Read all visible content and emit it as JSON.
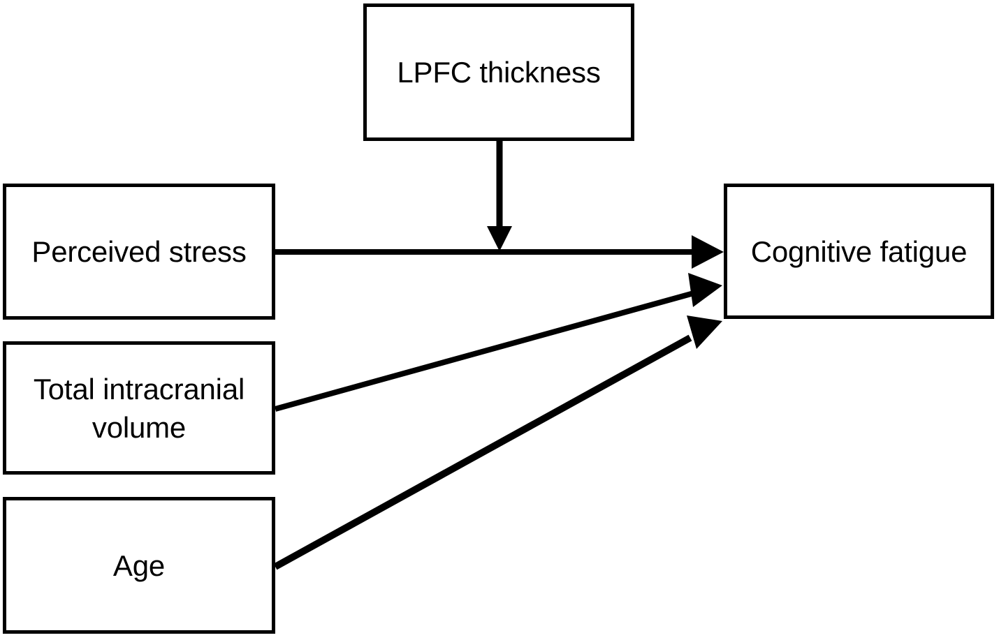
{
  "diagram": {
    "type": "conceptual-path-model",
    "title": "",
    "background_color": "#ffffff",
    "stroke_color": "#000000",
    "nodes": [
      {
        "id": "lpfc",
        "label": "LPFC thickness",
        "role": "moderator"
      },
      {
        "id": "stress",
        "label": "Perceived stress",
        "role": "predictor"
      },
      {
        "id": "tiv",
        "label": "Total intracranial\nvolume",
        "role": "covariate"
      },
      {
        "id": "age",
        "label": "Age",
        "role": "covariate"
      },
      {
        "id": "fatigue",
        "label": "Cognitive fatigue",
        "role": "outcome"
      }
    ],
    "edges": [
      {
        "id": "edge-lpfc-to-path",
        "from": "lpfc",
        "to": "stress-fatigue-path",
        "style": "solid-arrow",
        "direction": "down"
      },
      {
        "id": "edge-stress-fatigue",
        "from": "stress",
        "to": "fatigue",
        "style": "solid-arrow",
        "direction": "right"
      },
      {
        "id": "edge-tiv-fatigue",
        "from": "tiv",
        "to": "fatigue",
        "style": "solid-arrow",
        "direction": "up-right"
      },
      {
        "id": "edge-age-fatigue",
        "from": "age",
        "to": "fatigue",
        "style": "solid-arrow",
        "direction": "up-right"
      }
    ]
  }
}
